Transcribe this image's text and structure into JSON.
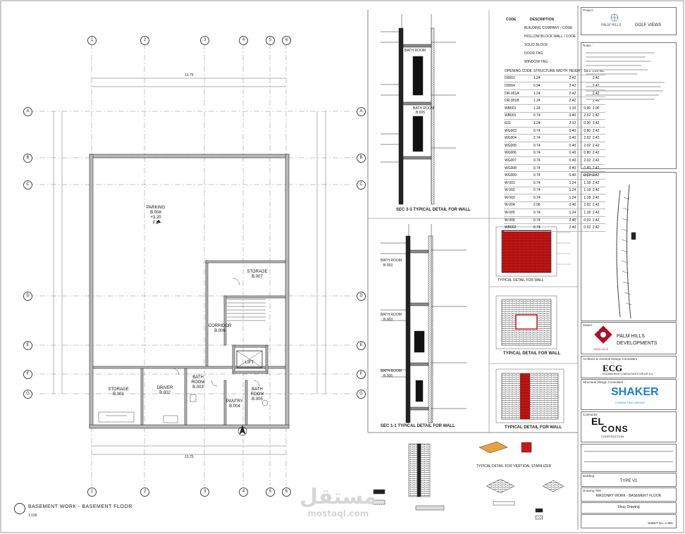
{
  "plan": {
    "title": "BASEMENT WORK - BASEMENT FLOOR",
    "scale": "1:100",
    "grid_top": [
      "1",
      "2",
      "3",
      "4",
      "5",
      "6"
    ],
    "grid_left": [
      "A",
      "B",
      "C",
      "D",
      "E",
      "F",
      "G"
    ],
    "dims": {
      "overall_top": "13.75",
      "overall_bottom": "13.75"
    },
    "rooms": {
      "parking": {
        "name": "PARKING",
        "code": "B.008",
        "level": "+3.20",
        "sub": "F.L"
      },
      "storage_right": {
        "name": "STORAGE",
        "code": "B.007"
      },
      "corridor": {
        "name": "CORRIDOR",
        "code": "B.006"
      },
      "lift": {
        "name": "LIFT"
      },
      "storage_left": {
        "name": "STORAGE",
        "code": "B.001"
      },
      "driver": {
        "name": "DRIVER",
        "code": "B.002"
      },
      "bath1": {
        "name": "BATH ROOM",
        "code": "B.003"
      },
      "pantry": {
        "name": "PANTRY",
        "code": "B.004"
      },
      "bath2": {
        "name": "BATH ROOM",
        "code": "B.005"
      }
    }
  },
  "sections": {
    "sec33": {
      "title": "SEC 3-3 TYPICAL DETAIL FOR WALL",
      "room1": "BATH ROOM",
      "room2": "BATH ROOM",
      "code2": "B.005"
    },
    "sec11": {
      "title": "SEC 1-1 TYPICAL DETAIL FOR WALL",
      "room1": "BATH ROOM",
      "code1": "B.003",
      "room2": "BATH ROOM",
      "code2": "B.003",
      "room3": "BATH ROOM",
      "code3": "B.005"
    }
  },
  "codes": {
    "header": [
      "CODE",
      "DESCRIPTION"
    ],
    "legend": [
      "BUILDING COMPANY / CODE",
      "HOLLOW BLOCK WALL / CODE",
      "SOLID BLOCK",
      "DOOR TAG",
      "WINDOW TAG"
    ],
    "sizes_header": [
      "OPENING CODE",
      "STRUCTURE WIDTH",
      "HEIGHT",
      "SILL",
      "LINTEL"
    ],
    "rows": [
      [
        "D0001",
        "1.24",
        "2.42",
        "",
        "2.42"
      ],
      [
        "D0004",
        "0.94",
        "2.42",
        "",
        "2.42"
      ],
      [
        "DR-001A",
        "1.24",
        "2.42",
        "",
        "2.42"
      ],
      [
        "DR-001B",
        "1.24",
        "2.42",
        "",
        "2.42"
      ],
      [
        "WB001",
        "1.24",
        "1.10",
        "0.90",
        "2.00"
      ],
      [
        "WB001",
        "0.74",
        "0.40",
        "2.02",
        "2.42"
      ],
      [
        "E01",
        "1.24",
        "2.12",
        "0.30",
        "2.42"
      ],
      [
        "WG003",
        "0.74",
        "0.40",
        "0.80",
        "2.42"
      ],
      [
        "WG004",
        "2.74",
        "0.40",
        "2.02",
        "2.42"
      ],
      [
        "WG005",
        "0.74",
        "0.40",
        "2.02",
        "2.42"
      ],
      [
        "WG006",
        "0.74",
        "0.40",
        "0.80",
        "2.42"
      ],
      [
        "WG007",
        "0.74",
        "0.40",
        "2.02",
        "2.42"
      ],
      [
        "WG008",
        "0.74",
        "0.40",
        "0.80",
        "2.42"
      ],
      [
        "WG009",
        "0.74",
        "0.40",
        "2.02",
        "2.42"
      ],
      [
        "W-001",
        "0.74",
        "1.24",
        "1.18",
        "2.42"
      ],
      [
        "W-002",
        "0.74",
        "1.24",
        "1.18",
        "2.42"
      ],
      [
        "W-003",
        "0.74",
        "1.24",
        "1.18",
        "2.42"
      ],
      [
        "W-004",
        "2.06",
        "0.40",
        "2.02",
        "2.42"
      ],
      [
        "W-005",
        "0.74",
        "1.24",
        "1.18",
        "2.42"
      ],
      [
        "W-006",
        "0.74",
        "2.40",
        "0.02",
        "2.42"
      ],
      [
        "WB002",
        "0.74",
        "2.40",
        "0.02",
        "2.42"
      ]
    ]
  },
  "details": {
    "det_a": "TYPICAL DETAIL FOR WALL",
    "det_b": "TYPICAL DETAIL FOR WALL",
    "det_c": "TYPICAL DETAIL FOR WALL",
    "det_d": "TYPICAL DETAIL FOR VERTICAL STABILIZER"
  },
  "title_block": {
    "project_label": "Project :",
    "project_logo": "PALM HILLS",
    "project_sub": "GOLF VIEWS",
    "notes_label": "Notes :",
    "keyplan_label": "Key Plan :",
    "client_label": "Owner :",
    "client_logo": "PALM HILLS",
    "client_sub": "DEVELOPMENTS",
    "client_mark": "PALM HILLS",
    "architect_label": "Architect & General Design Consultant :",
    "architect_logo": "ECG",
    "architect_sub": "ENGINEERING CONSULTANTS GROUP S.A.",
    "cons_label": "Structural Design Consultant :",
    "cons_logo": "SHAKER",
    "cons_sub": "CONSULTING GROUP",
    "contractor_label": "Contractor :",
    "contractor_logo_1": "EL",
    "contractor_logo_2": "CONS",
    "contractor_sub": "CONSTRUCTION",
    "building_label": "Building :",
    "building": "TYPE V1",
    "drawing_label": "Drawing Title :",
    "drawing_title": "MASONRY WORK - BASEMENT FLOOR",
    "sheet_status": "Shop Drawing",
    "sheet_no": "SHEET No. A-001"
  },
  "watermark": {
    "arabic": "مستقل",
    "latin": "mostaql.com"
  }
}
